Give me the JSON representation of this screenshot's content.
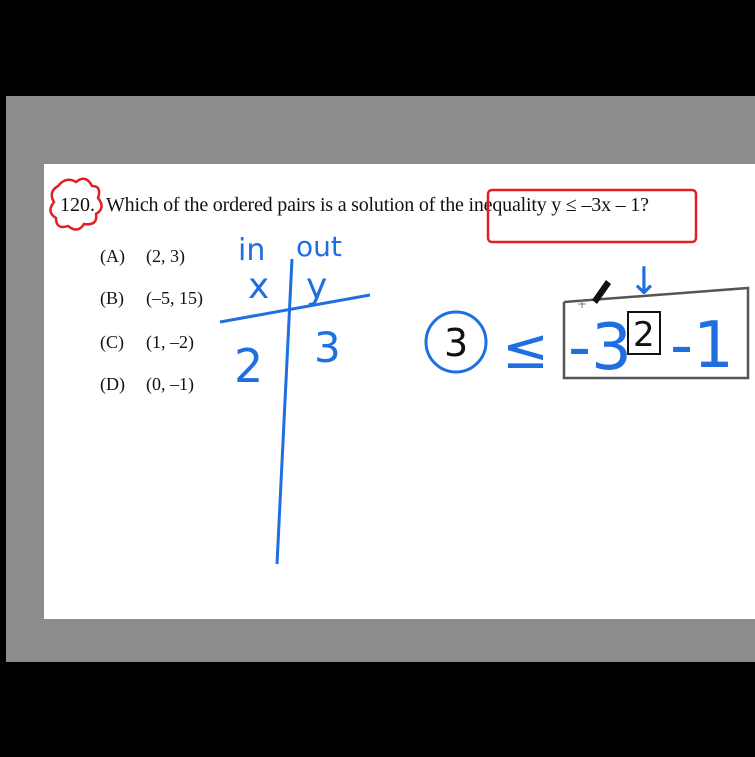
{
  "question": {
    "number": "120.",
    "text": "Which of the ordered pairs is a solution of the inequality y ≤ –3x – 1?"
  },
  "choices": [
    {
      "label": "(A)",
      "value": "(2, 3)"
    },
    {
      "label": "(B)",
      "value": "(–5, 15)"
    },
    {
      "label": "(C)",
      "value": "(1, –2)"
    },
    {
      "label": "(D)",
      "value": "(0, –1)"
    }
  ],
  "handwriting": {
    "table_in": "in",
    "table_out": "out",
    "table_x": "x",
    "table_y": "y",
    "row_x": "2",
    "row_y": "3",
    "eq_left": "3",
    "eq_sign": "≤",
    "eq_coef": "-3",
    "eq_box": "2",
    "eq_const": "-1",
    "arrow": "↓"
  },
  "colors": {
    "ink_blue": "#1f6fe0",
    "ink_red": "#e02020"
  }
}
